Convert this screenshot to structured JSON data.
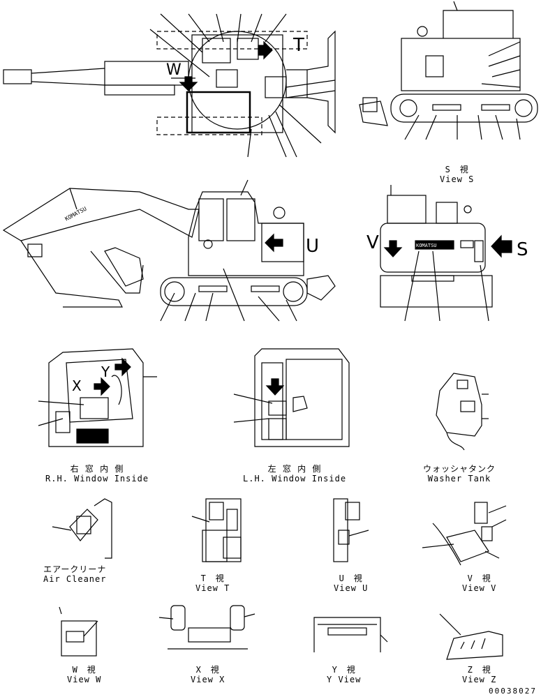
{
  "views": {
    "view_s": {
      "jp": "S　視",
      "en": "View S"
    },
    "rh_window": {
      "jp": "右 窓 内 側",
      "en": "R.H. Window Inside"
    },
    "lh_window": {
      "jp": "左 窓 内 側",
      "en": "L.H. Window Inside"
    },
    "washer_tank": {
      "jp": "ウォッシャタンク",
      "en": "Washer Tank"
    },
    "air_cleaner": {
      "jp": "エアークリーナ",
      "en": "Air Cleaner"
    },
    "view_t": {
      "jp": "T　視",
      "en": "View T"
    },
    "view_u": {
      "jp": "U　視",
      "en": "View U"
    },
    "view_v": {
      "jp": "V　視",
      "en": "View V"
    },
    "view_w": {
      "jp": "W　視",
      "en": "View W"
    },
    "view_x": {
      "jp": "X　視",
      "en": "View X"
    },
    "view_y": {
      "jp": "Y　視",
      "en": "Y View"
    },
    "view_z": {
      "jp": "Z　視",
      "en": "View Z"
    }
  },
  "markers": {
    "w": "W",
    "t": "T",
    "u": "U",
    "v": "V",
    "s": "S",
    "x": "X",
    "y": "Y"
  },
  "brand": "KOMATSU",
  "doc_number": "00038027"
}
